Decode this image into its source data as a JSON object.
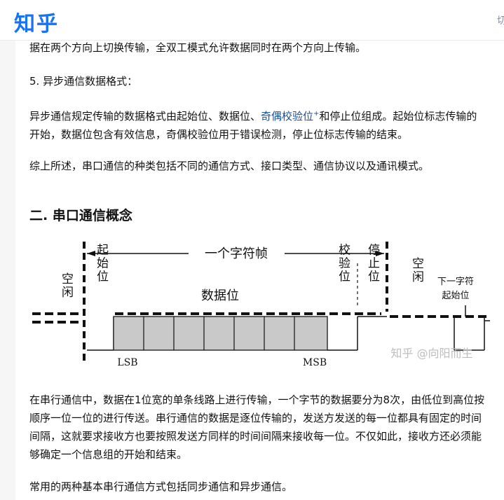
{
  "header": {
    "logo": "知乎",
    "cut_label": "切"
  },
  "article": {
    "line0": "据在两个方向上切换传输，全双工模式允许数据同时在两个方向上传输。",
    "heading5": "5. 异步通信数据格式：",
    "para_async": {
      "before": "异步通信规定传输的数据格式由起始位、数据位、",
      "link": "奇偶校验位",
      "link_mark": "+",
      "after": "和停止位组成。起始位标志传输的开始，数据位包含有效信息，奇偶校验位用于错误检测，停止位标志传输的结束。"
    },
    "summary": "综上所述，串口通信的种类包括不同的通信方式、接口类型、通信协议以及通讯模式。",
    "section_title": "二. 串口通信概念",
    "para_serial": "在串行通信中，数据在1位宽的单条线路上进行传输，一个字节的数据要分为8次，由低位到高位按顺序一位一位的进行传送。串行通信的数据是逐位传输的，发送方发送的每一位都具有固定的时间间隔，这就要求接收方也要按照发送方同样的时间间隔来接收每一位。不仅如此，接收方还必须能够确定一个信息组的开始和结束。",
    "para_common": "常用的两种基本串行通信方式包括同步通信和异步通信。"
  },
  "diagram": {
    "frame_label": "一个字符帧",
    "idle": "空闲",
    "start_bit": "起始位",
    "data_bits": "数据位",
    "parity": "校验位",
    "stop": "停止位",
    "idle2": "空闲",
    "next_start_1": "下一字符",
    "next_start_2": "起始位",
    "lsb": "LSB",
    "msb": "MSB",
    "watermark": "知乎 @向阳而生"
  }
}
